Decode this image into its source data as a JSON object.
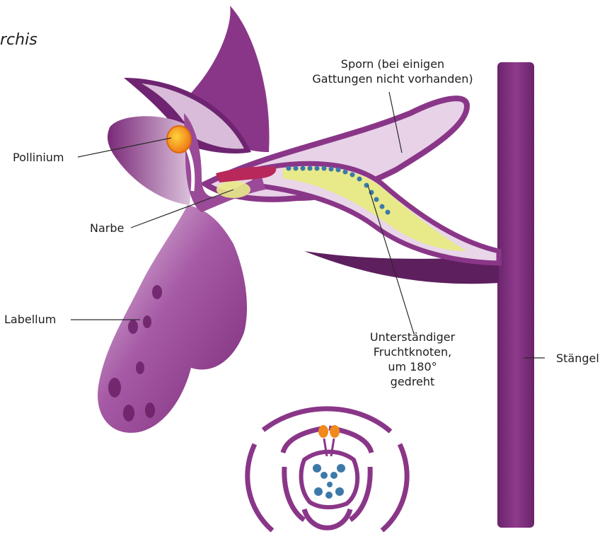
{
  "title": "rchis",
  "labels": {
    "pollinium": "Pollinium",
    "narbe": "Narbe",
    "labellum": "Labellum",
    "sporn_line1": "Sporn (bei einigen",
    "sporn_line2": "Gattungen nicht vorhanden)",
    "fruchtknoten_line1": "Unterständiger",
    "fruchtknoten_line2": "Fruchtknoten,",
    "fruchtknoten_line3": "um 180°",
    "fruchtknoten_line4": "gedreht",
    "staengel": "Stängel"
  },
  "colors": {
    "petal_dark": "#7a2a78",
    "petal_mid": "#9b4a98",
    "petal_light": "#e6cfe6",
    "stem": "#7d2f7d",
    "pollinium": "#f08a1c",
    "stigma": "#b8285a",
    "ovary_fill": "#e8ea8a",
    "ovules": "#3d79a8"
  }
}
